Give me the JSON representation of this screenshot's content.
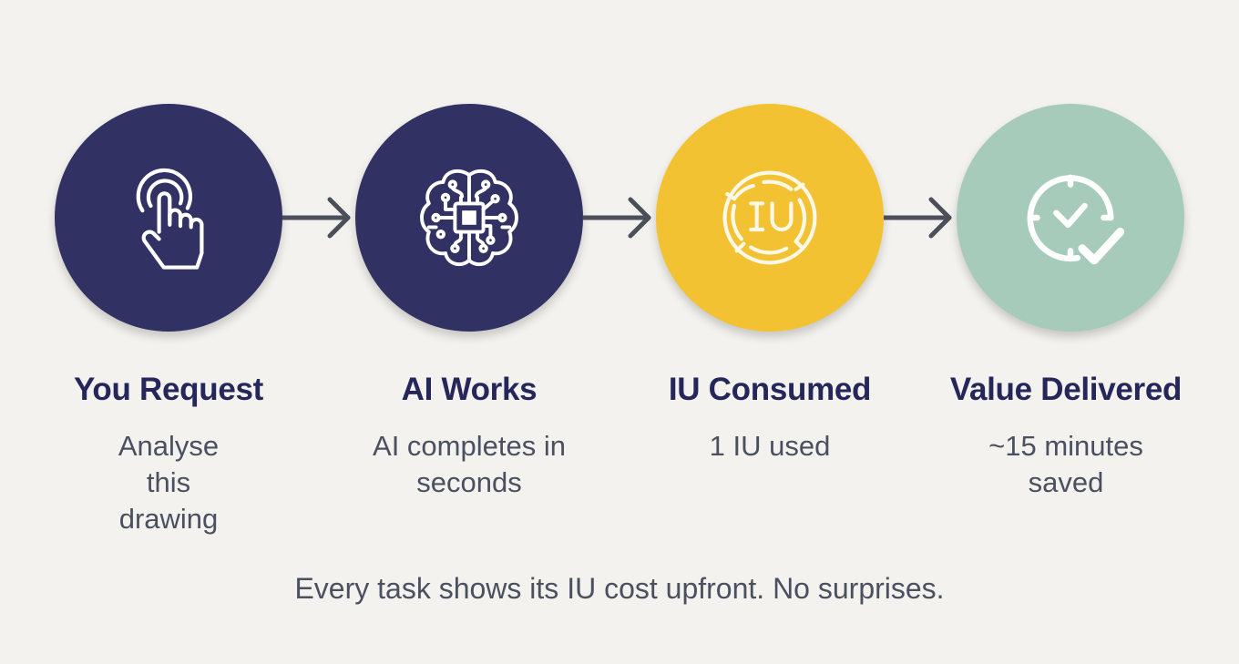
{
  "colors": {
    "background": "#f3f2ee",
    "navy": "#313163",
    "yellow": "#f3c232",
    "sage": "#a7cbbb",
    "arrow": "#4a4f5a",
    "title_text": "#252659",
    "body_text": "#4b5060"
  },
  "steps": [
    {
      "icon": "tap-hand-icon",
      "title": "You Request",
      "description": "Analyse this drawing",
      "color": "#313163"
    },
    {
      "icon": "ai-brain-chip-icon",
      "title": "AI Works",
      "description": "AI completes in seconds",
      "color": "#313163"
    },
    {
      "icon": "iu-token-icon",
      "icon_label": "IU",
      "title": "IU Consumed",
      "description": "1 IU used",
      "color": "#f3c232"
    },
    {
      "icon": "clock-check-icon",
      "title": "Value Delivered",
      "description": "~15 minutes saved",
      "color": "#a7cbbb"
    }
  ],
  "connectors": [
    "arrow-right-icon",
    "arrow-right-icon",
    "arrow-right-icon"
  ],
  "footer": "Every task shows its IU cost upfront. No surprises."
}
